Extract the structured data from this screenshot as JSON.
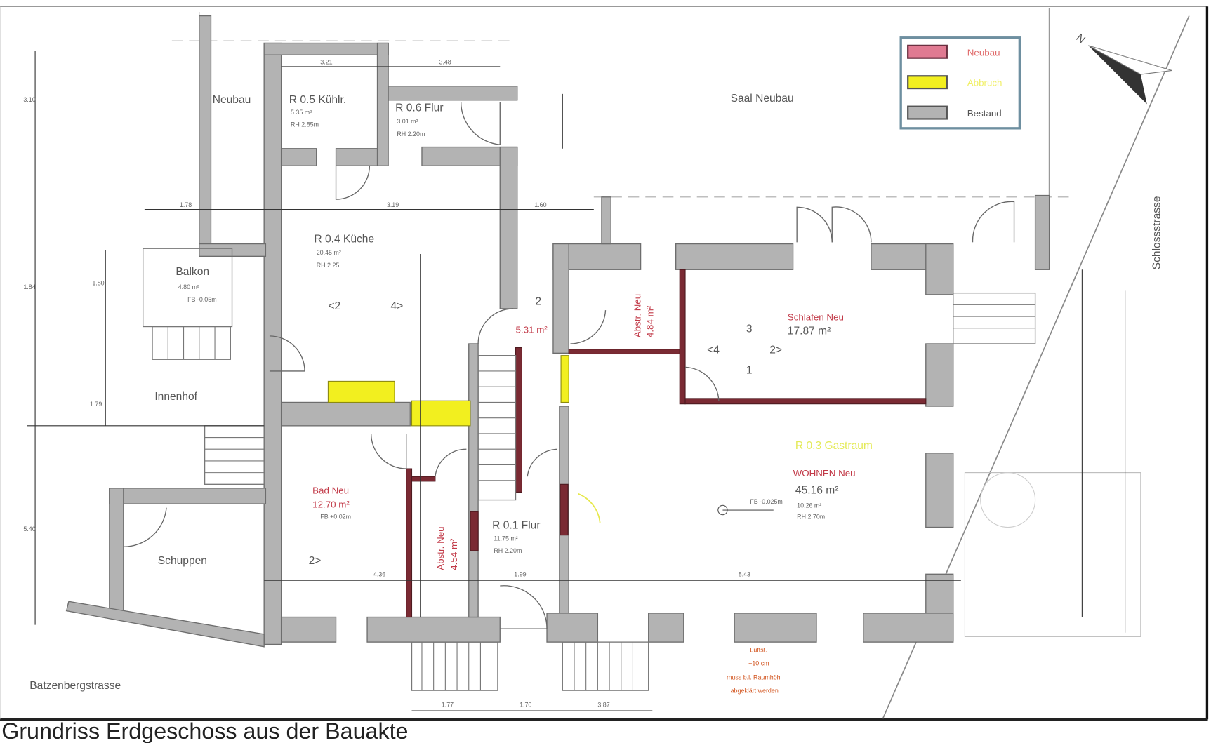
{
  "caption": "Grundriss Erdgeschoss aus der Bauakte",
  "colors": {
    "neubau": "#e07a92",
    "abbruch": "#f2ef1f",
    "bestand": "#b3b3b3",
    "new_wall": "#7a2a33"
  },
  "legend": {
    "items": [
      {
        "label": "Neubau",
        "color": "#e07a92"
      },
      {
        "label": "Abbruch",
        "color": "#f2ef1f"
      },
      {
        "label": "Bestand",
        "color": "#b3b3b3"
      }
    ]
  },
  "compass": {
    "label": "N",
    "icon": "north-arrow-icon"
  },
  "streets": {
    "bottom": "Batzenbergstrasse",
    "right": "Schlossstrasse"
  },
  "areas": {
    "neubau": "Neubau",
    "saal": "Saal Neubau",
    "innenhof": "Innenhof"
  },
  "rooms": {
    "kuehlr": {
      "name": "R 0.5 Kühlr.",
      "area": "5.35 m²",
      "height": "RH 2.85m"
    },
    "flur06": {
      "name": "R 0.6 Flur",
      "area": "3.01 m²",
      "height": "RH 2.20m"
    },
    "kueche": {
      "name": "R 0.4 Küche",
      "area": "20.45 m²",
      "height": "RH 2.25"
    },
    "balkon": {
      "name": "Balkon",
      "area": "4.80 m²",
      "floor": "FB -0.05m"
    },
    "schuppen": {
      "name": "Schuppen"
    },
    "bad": {
      "name": "Bad Neu",
      "area": "12.70 m²",
      "floor": "FB +0.02m"
    },
    "abstr1": {
      "name": "Abstr. Neu",
      "area": "4.54 m²"
    },
    "flur01": {
      "name": "R 0.1 Flur",
      "area": "11.75 m²",
      "height": "RH 2.20m"
    },
    "vorraum": {
      "area": "5.31 m²"
    },
    "abstr2": {
      "name": "Abstr. Neu",
      "area": "4.84 m²"
    },
    "schlafen": {
      "name": "Schlafen Neu",
      "area": "17.87 m²"
    },
    "gastraum": {
      "name": "R 0.3 Gastraum"
    },
    "wohnen": {
      "name": "WOHNEN Neu",
      "area": "45.16 m²",
      "floor": "FB -0.025m",
      "sub1": "10.26 m²",
      "sub2": "RH 2.70m"
    }
  },
  "view_markers": [
    "<2",
    "4>",
    "<4",
    "2>",
    "2>",
    "1",
    "2",
    "3"
  ],
  "dimensions": [
    "3.21",
    "3.48",
    "1.78",
    "3.19",
    "1.60",
    "1.79",
    "4.36",
    "1.99",
    "8.43",
    "1.77",
    "1.70",
    "3.87",
    "3.10",
    "1.80",
    "5.40",
    "1.84"
  ],
  "note": [
    "Luftst.",
    "~10 cm",
    "muss b.l. Raumhöh",
    "abgeklärt werden"
  ]
}
